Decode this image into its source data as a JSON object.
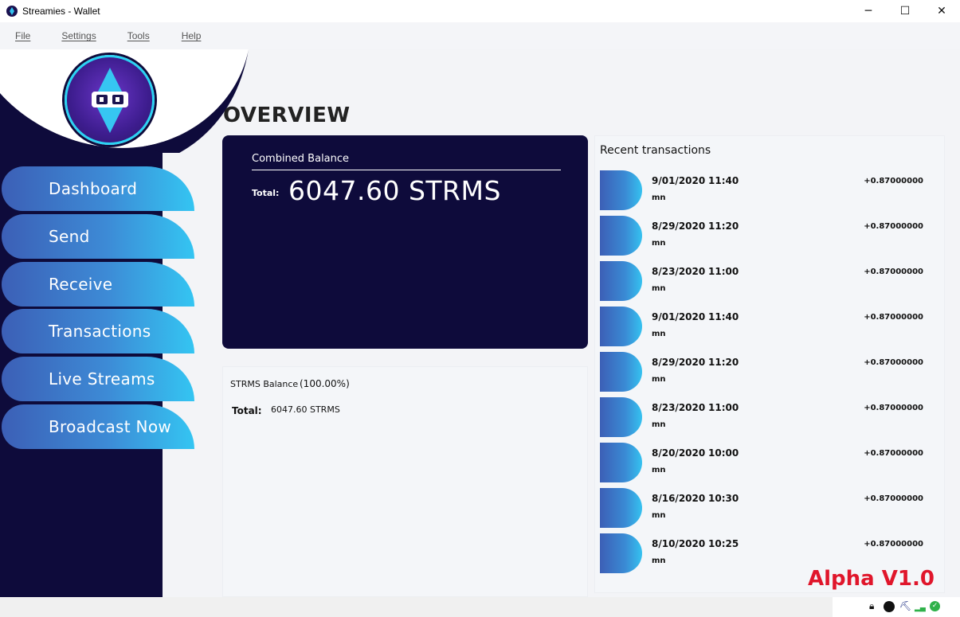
{
  "window": {
    "title": "Streamies - Wallet",
    "minimize": "─",
    "maximize": "☐",
    "close": "✕"
  },
  "menu": [
    {
      "label": "File"
    },
    {
      "label": "Settings"
    },
    {
      "label": "Tools"
    },
    {
      "label": "Help"
    }
  ],
  "nav": [
    {
      "label": "Dashboard"
    },
    {
      "label": "Send"
    },
    {
      "label": "Receive"
    },
    {
      "label": "Transactions"
    },
    {
      "label": "Live Streams"
    },
    {
      "label": "Broadcast Now"
    }
  ],
  "overview": {
    "title": "OVERVIEW",
    "combined_balance_label": "Combined Balance",
    "total_label": "Total:",
    "total_value": "6047.60 STRMS"
  },
  "strms": {
    "balance_label": "STRMS Balance",
    "percent": "(100.00%)",
    "total_label": "Total:",
    "total_value": "6047.60 STRMS"
  },
  "transactions": {
    "title": "Recent transactions",
    "items": [
      {
        "date": "9/01/2020",
        "time": "11:40",
        "unit": "mn",
        "amount": "+0.87000000"
      },
      {
        "date": "8/29/2020",
        "time": "11:20",
        "unit": "mn",
        "amount": "+0.87000000"
      },
      {
        "date": "8/23/2020",
        "time": "11:00",
        "unit": "mn",
        "amount": "+0.87000000"
      },
      {
        "date": "9/01/2020",
        "time": "11:40",
        "unit": "mn",
        "amount": "+0.87000000"
      },
      {
        "date": "8/29/2020",
        "time": "11:20",
        "unit": "mn",
        "amount": "+0.87000000"
      },
      {
        "date": "8/23/2020",
        "time": "11:00",
        "unit": "mn",
        "amount": "+0.87000000"
      },
      {
        "date": "8/20/2020",
        "time": "10:00",
        "unit": "mn",
        "amount": "+0.87000000"
      },
      {
        "date": "8/16/2020",
        "time": "10:30",
        "unit": "mn",
        "amount": "+0.87000000"
      },
      {
        "date": "8/10/2020",
        "time": "10:25",
        "unit": "mn",
        "amount": "+0.87000000"
      }
    ]
  },
  "version_label": "Alpha V1.0",
  "status_icons": [
    "lock-icon",
    "streamies-icon",
    "mining-icon",
    "signal-icon",
    "sync-check-icon"
  ],
  "colors": {
    "sidebar": "#0e0b3b",
    "accent": "#34c5f2",
    "version": "#e0162b"
  }
}
